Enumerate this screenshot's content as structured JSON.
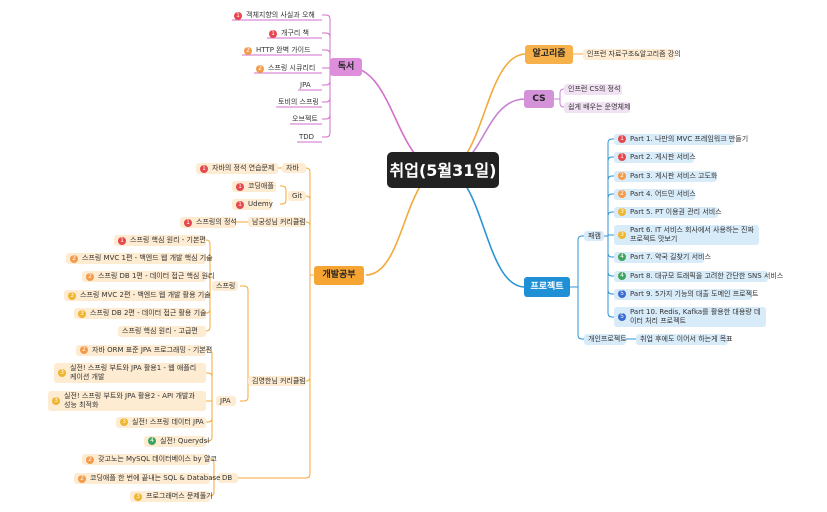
{
  "central": {
    "title": "취업(5월31일)"
  },
  "colors": {
    "central_bg": "#222222",
    "badge": {
      "1": "#e5484d",
      "2": "#f49a4a",
      "3": "#f0b52e",
      "4": "#3fa45b",
      "5": "#3b6bd1"
    },
    "book": {
      "line": "#d36fcb",
      "fill": "#f6dcf3",
      "branch": "#dd8fdb"
    },
    "algo": {
      "line": "#f3a93b",
      "fill": "#fdebd2",
      "branch": "#f6b14a"
    },
    "cs": {
      "line": "#c783d2",
      "fill": "#f1e2f3",
      "branch": "#d493d8"
    },
    "dev": {
      "line": "#f3a93b",
      "fill": "#fdebd2",
      "branch": "#f6a432"
    },
    "project": {
      "line": "#2b95d4",
      "fill": "#d8ebf9",
      "branch": "#1f8fd6"
    }
  },
  "branches": {
    "book": {
      "label": "독서",
      "items": [
        {
          "label": "객체지향의 사실과 오해",
          "priority": "1"
        },
        {
          "label": "개구리 책",
          "priority": "1"
        },
        {
          "label": "HTTP 완벽 가이드",
          "priority": "2"
        },
        {
          "label": "스프링 시큐리티",
          "priority": "2"
        },
        {
          "label": "JPA",
          "priority": ""
        },
        {
          "label": "토비의 스프링",
          "priority": ""
        },
        {
          "label": "오브젝트",
          "priority": ""
        },
        {
          "label": "TDD",
          "priority": ""
        }
      ]
    },
    "algo": {
      "label": "알고리즘",
      "items": [
        {
          "label": "인프런 자료구조&알고리즘 강의"
        }
      ]
    },
    "cs": {
      "label": "CS",
      "items": [
        {
          "label": "인프런 CS의 정석"
        },
        {
          "label": "쉽게 배우는 운영체제"
        }
      ]
    },
    "dev": {
      "label": "개발공부",
      "java": {
        "label": "자바",
        "items": [
          {
            "label": "자바의 정석 연습문제",
            "priority": "1"
          }
        ]
      },
      "git": {
        "label": "Git",
        "items": [
          {
            "label": "코딩애플",
            "priority": "1"
          },
          {
            "label": "Udemy",
            "priority": "1"
          }
        ]
      },
      "namgung": {
        "label": "남궁성님 커리큘럼",
        "items": [
          {
            "label": "스프링의 정석",
            "priority": "1"
          }
        ]
      },
      "kim": {
        "label": "김영한님 커리큘럼",
        "spring": {
          "label": "스프링",
          "items": [
            {
              "label": "스프링 핵심 원리 - 기본편",
              "priority": "1"
            },
            {
              "label": "스프링 MVC 1편 - 백엔드 웹 개발 핵심 기술",
              "priority": "2"
            },
            {
              "label": "스프링 DB 1편 - 데이터 접근 핵심 원리",
              "priority": "2"
            },
            {
              "label": "스프링 MVC 2편 - 백엔드 웹 개발 활용 기술",
              "priority": "3"
            },
            {
              "label": "스프링 DB 2편 - 데이터 접근 활용 기술",
              "priority": "3"
            },
            {
              "label": "스프링 핵심 원리 - 고급편",
              "priority": ""
            }
          ]
        },
        "jpa": {
          "label": "JPA",
          "items": [
            {
              "label": "자바 ORM 표준 JPA 프로그래밍 - 기본편",
              "priority": "2"
            },
            {
              "label": "실전! 스프링 부트와 JPA 활용1 - 웹 애플리케이션 개발",
              "priority": "3"
            },
            {
              "label": "실전! 스프링 부트와 JPA 활용2 - API 개발과 성능 최적화",
              "priority": "3"
            },
            {
              "label": "실전! 스프링 데이터 JPA",
              "priority": "3"
            },
            {
              "label": "실전! Querydsl",
              "priority": "4"
            }
          ]
        }
      },
      "db": {
        "label": "DB",
        "items": [
          {
            "label": "갖고노는 MySQL 데이터베이스 by 얄코",
            "priority": "2"
          },
          {
            "label": "코딩애플 한 번에 끝내는 SQL & Database",
            "priority": "2"
          },
          {
            "label": "프로그래머스 문제풀기",
            "priority": "3"
          }
        ]
      }
    },
    "project": {
      "label": "프로젝트",
      "bundle": {
        "label": "패캠",
        "items": [
          {
            "label": "Part 1. 나만의 MVC 프레임워크 만들기",
            "priority": "1"
          },
          {
            "label": "Part 2. 게시판 서비스",
            "priority": "1"
          },
          {
            "label": "Part 3. 게시판 서비스 고도화",
            "priority": "2"
          },
          {
            "label": "Part 4. 어드민 서비스",
            "priority": "2"
          },
          {
            "label": "Part 5. PT 이용권 관리 서비스",
            "priority": "3"
          },
          {
            "label": "Part 6. IT 서비스 회사에서 사용하는 진짜 프로젝트 맛보기",
            "priority": "3"
          },
          {
            "label": "Part 7. 약국 길찾기 서비스",
            "priority": "4"
          },
          {
            "label": "Part 8. 대규모 트래픽을 고려한 간단한 SNS 서비스",
            "priority": "4"
          },
          {
            "label": "Part 9. 5가지 기능의 대출 도메인 프로젝트",
            "priority": "5"
          },
          {
            "label": "Part 10. Redis, Kafka를 활용한 대용량 데이터 처리 프로젝트",
            "priority": "5"
          }
        ]
      },
      "personal": {
        "label": "개인프로젝트",
        "items": [
          {
            "label": "취업 후에도 이어서 하는게 목표"
          }
        ]
      }
    }
  }
}
